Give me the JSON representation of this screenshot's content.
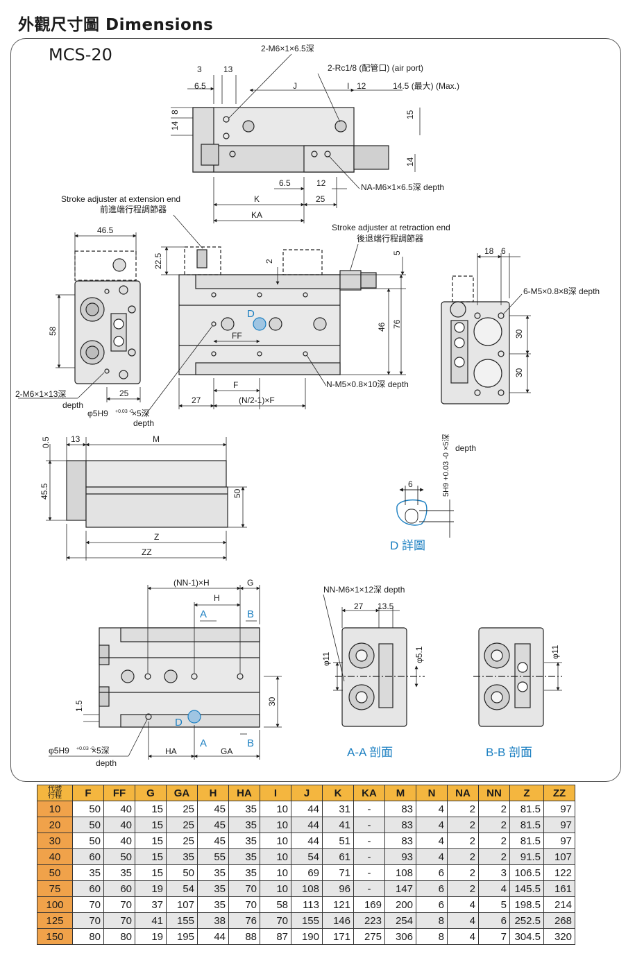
{
  "heading": "外觀尺寸圖 Dimensions",
  "model": "MCS-20",
  "colors": {
    "accent": "#1b7fc1",
    "table_header": "#f4b63f",
    "table_stroke": "#f0a24a",
    "part": "#e8e8e8"
  },
  "labels": {
    "top_m6": "2-M6×1×6.5深",
    "air_port": "2-Rc1/8 (配管口) (air port)",
    "d3": "3",
    "d13": "13",
    "d6_5": "6.5",
    "j": "J",
    "i": "I",
    "d12": "12",
    "max": "14.5 (最大) (Max.)",
    "d8": "8",
    "d14": "14",
    "d15": "15",
    "d14b": "14",
    "d6_5b": "6.5",
    "d12b": "12",
    "na": "NA-M6×1×6.5深 depth",
    "k": "K",
    "d25": "25",
    "ka": "KA",
    "ext_en": "Stroke adjuster at extension end",
    "ext_zh": "前進端行程調節器",
    "ret_en": "Stroke adjuster at retraction end",
    "ret_zh": "後退端行程調節器",
    "d46_5": "46.5",
    "d58": "58",
    "d25b": "25",
    "m6_13": "2-M6×1×13深",
    "depth": "depth",
    "phi5h9": "φ5H9",
    "tol": "+0.03 -0",
    "x5deep": "×5深",
    "d22_5": "22.5",
    "d2": "2",
    "d5": "5",
    "d46": "46",
    "d76": "76",
    "D": "D",
    "ff": "FF",
    "f": "F",
    "d27": "27",
    "n2f": "(N/2-1)×F",
    "n_m5": "N-M5×0.8×10深 depth",
    "d18": "18",
    "d6": "6",
    "m5_8": "6-M5×0.8×8深 depth",
    "d30a": "30",
    "d30b": "30",
    "d0_5": "0.5",
    "d13b": "13",
    "m": "M",
    "d45_5": "45.5",
    "d50": "50",
    "z": "Z",
    "zz": "ZZ",
    "detail_depth": "depth",
    "detail_phi": "5H9 +0.03 -0 ×5深",
    "d6c": "6",
    "detail_title": "D 詳圖",
    "nnh": "(NN-1)×H",
    "g": "G",
    "h": "H",
    "A": "A",
    "B": "B",
    "d30c": "30",
    "d1_5": "1.5",
    "ha": "HA",
    "ga": "GA",
    "nn_m6": "NN-M6×1×12深 depth",
    "d27b": "27",
    "d13_5": "13.5",
    "phi11": "φ11",
    "phi5_1": "φ5.1",
    "phi11b": "φ11",
    "aa": "A-A 剖面",
    "bb": "B-B 剖面"
  },
  "table": {
    "corner_top": "代號",
    "corner_bottom": "行程",
    "columns": [
      "F",
      "FF",
      "G",
      "GA",
      "H",
      "HA",
      "I",
      "J",
      "K",
      "KA",
      "M",
      "N",
      "NA",
      "NN",
      "Z",
      "ZZ"
    ],
    "rows": [
      [
        "10",
        "50",
        "40",
        "15",
        "25",
        "45",
        "35",
        "10",
        "44",
        "31",
        "-",
        "83",
        "4",
        "2",
        "2",
        "81.5",
        "97"
      ],
      [
        "20",
        "50",
        "40",
        "15",
        "25",
        "45",
        "35",
        "10",
        "44",
        "41",
        "-",
        "83",
        "4",
        "2",
        "2",
        "81.5",
        "97"
      ],
      [
        "30",
        "50",
        "40",
        "15",
        "25",
        "45",
        "35",
        "10",
        "44",
        "51",
        "-",
        "83",
        "4",
        "2",
        "2",
        "81.5",
        "97"
      ],
      [
        "40",
        "60",
        "50",
        "15",
        "35",
        "55",
        "35",
        "10",
        "54",
        "61",
        "-",
        "93",
        "4",
        "2",
        "2",
        "91.5",
        "107"
      ],
      [
        "50",
        "35",
        "35",
        "15",
        "50",
        "35",
        "35",
        "10",
        "69",
        "71",
        "-",
        "108",
        "6",
        "2",
        "3",
        "106.5",
        "122"
      ],
      [
        "75",
        "60",
        "60",
        "19",
        "54",
        "35",
        "70",
        "10",
        "108",
        "96",
        "-",
        "147",
        "6",
        "2",
        "4",
        "145.5",
        "161"
      ],
      [
        "100",
        "70",
        "70",
        "37",
        "107",
        "35",
        "70",
        "58",
        "113",
        "121",
        "169",
        "200",
        "6",
        "4",
        "5",
        "198.5",
        "214"
      ],
      [
        "125",
        "70",
        "70",
        "41",
        "155",
        "38",
        "76",
        "70",
        "155",
        "146",
        "223",
        "254",
        "8",
        "4",
        "6",
        "252.5",
        "268"
      ],
      [
        "150",
        "80",
        "80",
        "19",
        "195",
        "44",
        "88",
        "87",
        "190",
        "171",
        "275",
        "306",
        "8",
        "4",
        "7",
        "304.5",
        "320"
      ]
    ]
  }
}
